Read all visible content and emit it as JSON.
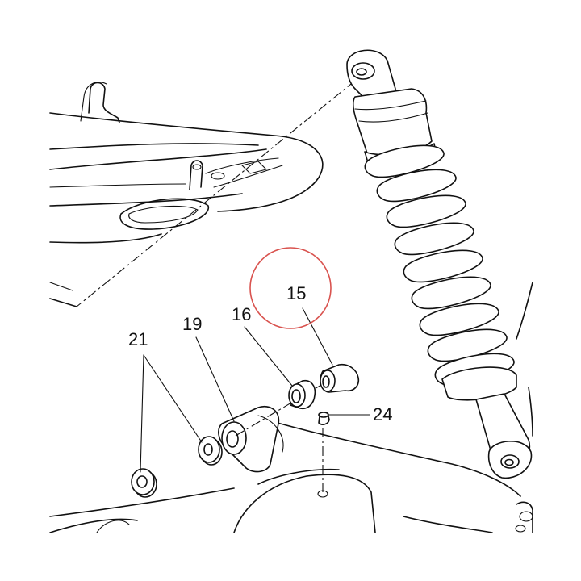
{
  "callouts": {
    "c15": "15",
    "c16": "16",
    "c19": "19",
    "c21": "21",
    "c24": "24"
  },
  "highlight": {
    "target": "15",
    "color": "#d9534f"
  },
  "colors": {
    "line": "#111111",
    "background": "#ffffff"
  }
}
